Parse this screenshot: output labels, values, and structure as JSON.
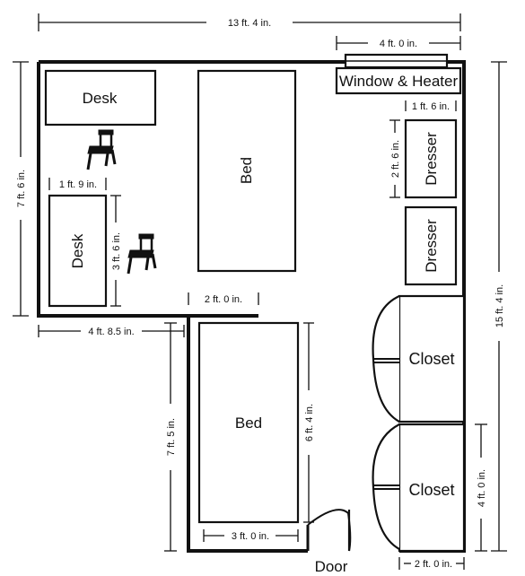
{
  "labels": {
    "desk": "Desk",
    "bed": "Bed",
    "dresser": "Dresser",
    "closet": "Closet",
    "door": "Door",
    "window_heater": "Window & Heater"
  },
  "dimensions": {
    "top_width": "13 ft. 4 in.",
    "window_width": "4 ft. 0 in.",
    "left_height": "7 ft. 6 in.",
    "right_height": "15 ft. 4 in.",
    "dresser_width": "1 ft. 6 in.",
    "dresser_depth": "2 ft. 6 in.",
    "desk_depth": "1 ft. 9 in.",
    "desk_length": "3 ft. 6 in.",
    "bed_gap": "2 ft. 0 in.",
    "lower_left_width": "4 ft. 8.5 in.",
    "lower_left_height": "7 ft. 5 in.",
    "bed_length": "6 ft. 4 in.",
    "bed_width": "3 ft. 0 in.",
    "closet_height": "4 ft. 0 in.",
    "closet_depth": "2 ft. 0 in."
  },
  "icons": {
    "chair": "chair-icon"
  }
}
